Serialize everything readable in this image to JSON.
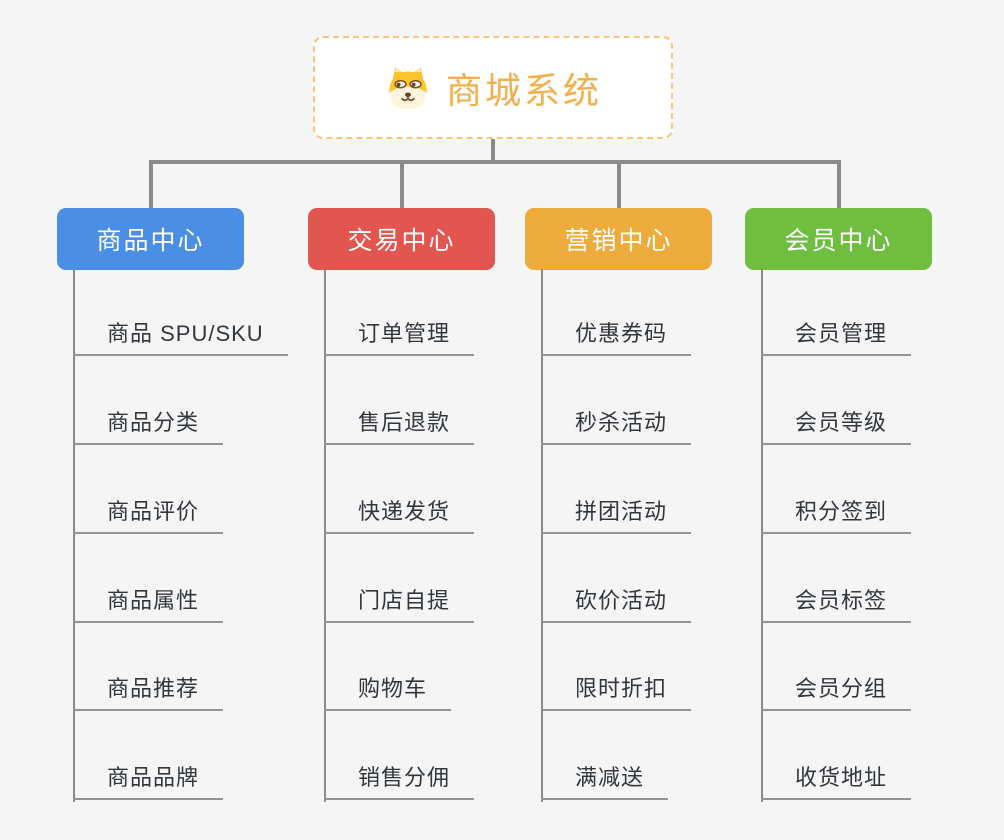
{
  "page": {
    "background_color": "#f5f5f6",
    "connector_color": "#8b8b8b"
  },
  "root": {
    "title": "商城系统",
    "icon": "dog-face-icon",
    "text_color": "#f2b04c",
    "border_color": "#f8c678"
  },
  "branches": [
    {
      "label": "商品中心",
      "color": "#4a8fe5",
      "children": [
        "商品 SPU/SKU",
        "商品分类",
        "商品评价",
        "商品属性",
        "商品推荐",
        "商品品牌"
      ]
    },
    {
      "label": "交易中心",
      "color": "#e3564f",
      "children": [
        "订单管理",
        "售后退款",
        "快递发货",
        "门店自提",
        "购物车",
        "销售分佣"
      ]
    },
    {
      "label": "营销中心",
      "color": "#edab3c",
      "children": [
        "优惠券码",
        "秒杀活动",
        "拼团活动",
        "砍价活动",
        "限时折扣",
        "满减送"
      ]
    },
    {
      "label": "会员中心",
      "color": "#6fbe3f",
      "children": [
        "会员管理",
        "会员等级",
        "积分签到",
        "会员标签",
        "会员分组",
        "收货地址"
      ]
    }
  ]
}
